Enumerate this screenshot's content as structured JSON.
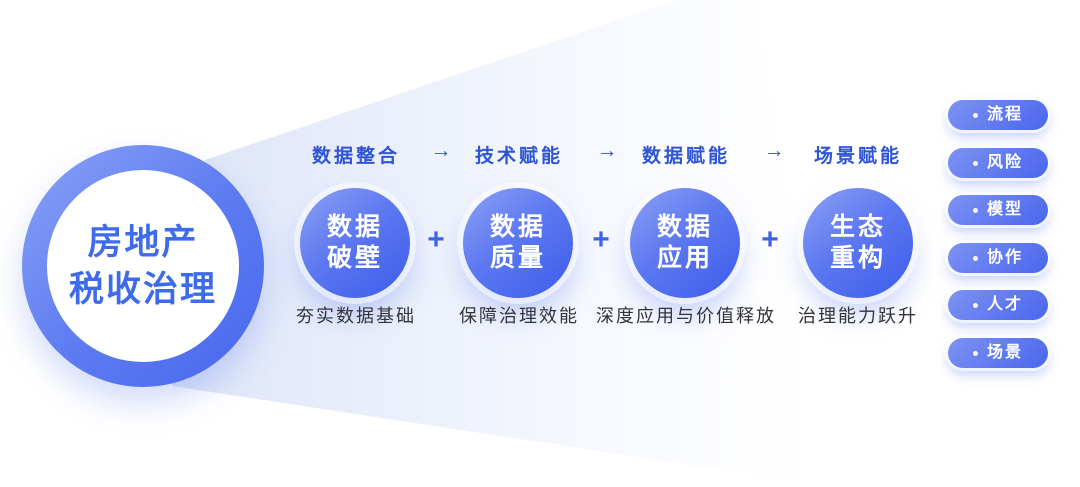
{
  "hub": {
    "line1": "房地产",
    "line2": "税收治理"
  },
  "stages": [
    {
      "header": "数据整合",
      "circle_line1": "数据",
      "circle_line2": "破壁",
      "caption": "夯实数据基础"
    },
    {
      "header": "技术赋能",
      "circle_line1": "数据",
      "circle_line2": "质量",
      "caption": "保障治理效能"
    },
    {
      "header": "数据赋能",
      "circle_line1": "数据",
      "circle_line2": "应用",
      "caption": "深度应用与价值释放"
    },
    {
      "header": "场景赋能",
      "circle_line1": "生态",
      "circle_line2": "重构",
      "caption": "治理能力跃升"
    }
  ],
  "connectors": {
    "arrow": "→",
    "plus": "+"
  },
  "tags": [
    "流程",
    "风险",
    "模型",
    "协作",
    "人才",
    "场景"
  ],
  "colors": {
    "primary_blue": "#4161ea",
    "circle_gradient_light": "#8da0f5",
    "circle_gradient_dark": "#3c5ceb",
    "header_blue": "#2e55d6",
    "plus_blue": "#3e63e9",
    "hub_text_blue": "#3d6bea",
    "caption_dark": "#32333b",
    "beam_light_blue": "#dce4f8",
    "circle_text": "#ffffff"
  }
}
